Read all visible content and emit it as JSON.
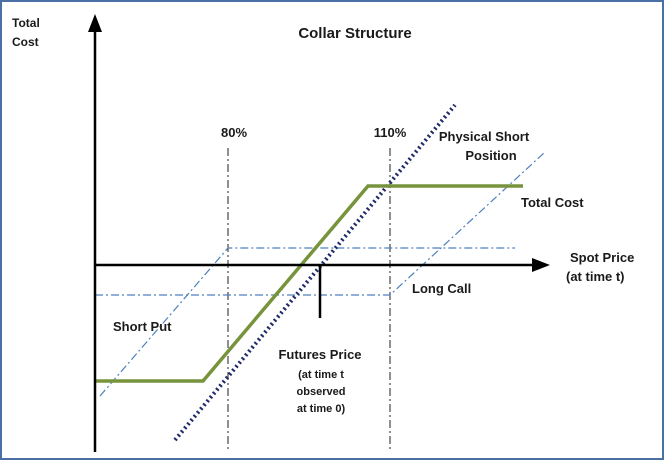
{
  "title": "Collar Structure",
  "y_axis_label_line1": "Total",
  "y_axis_label_line2": "Cost",
  "x_axis_label_line1": "Spot Price",
  "x_axis_label_line2": "(at time t)",
  "strike_low_label": "80%",
  "strike_high_label": "110%",
  "labels": {
    "physical_short_line1": "Physical Short",
    "physical_short_line2": "Position",
    "total_cost": "Total Cost",
    "long_call": "Long Call",
    "short_put": "Short Put",
    "futures_price": "Futures Price",
    "futures_note_line1": "(at time t",
    "futures_note_line2": "observed",
    "futures_note_line3": "at time 0)"
  },
  "colors": {
    "frame": "#4a6fa5",
    "axis": "#000000",
    "total_cost_line": "#77933c",
    "physical_short_line": "#1f2a6b",
    "option_lines": "#4f81bd",
    "strike_lines": "#222222"
  }
}
